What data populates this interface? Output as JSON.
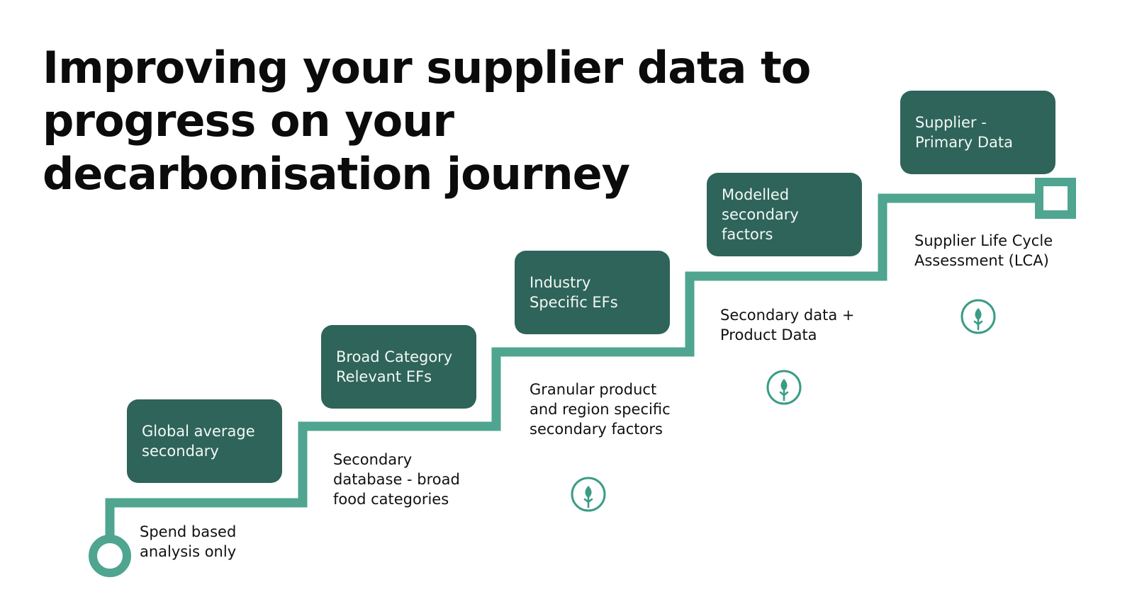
{
  "title": {
    "lines": [
      "Improving your supplier data to",
      "progress on your",
      "decarbonisation journey"
    ]
  },
  "colors": {
    "box": "#2e6459",
    "path": "#4fa58f",
    "icon": "#3a9c85",
    "text": "#111111"
  },
  "steps": [
    {
      "box_label": "Global average\nsecondary",
      "description": "Spend based\nanalysis only"
    },
    {
      "box_label": "Broad Category\nRelevant EFs",
      "description": "Secondary\ndatabase - broad\nfood categories"
    },
    {
      "box_label": "Industry\nSpecific EFs",
      "description": "Granular product\nand region specific\nsecondary factors",
      "icon": "leaf-circle-icon"
    },
    {
      "box_label": "Modelled\nsecondary\nfactors",
      "description": "Secondary data +\nProduct Data",
      "icon": "leaf-circle-icon"
    },
    {
      "box_label": "Supplier -\nPrimary Data",
      "description": "Supplier Life Cycle\nAssessment (LCA)",
      "icon": "leaf-circle-icon"
    }
  ]
}
